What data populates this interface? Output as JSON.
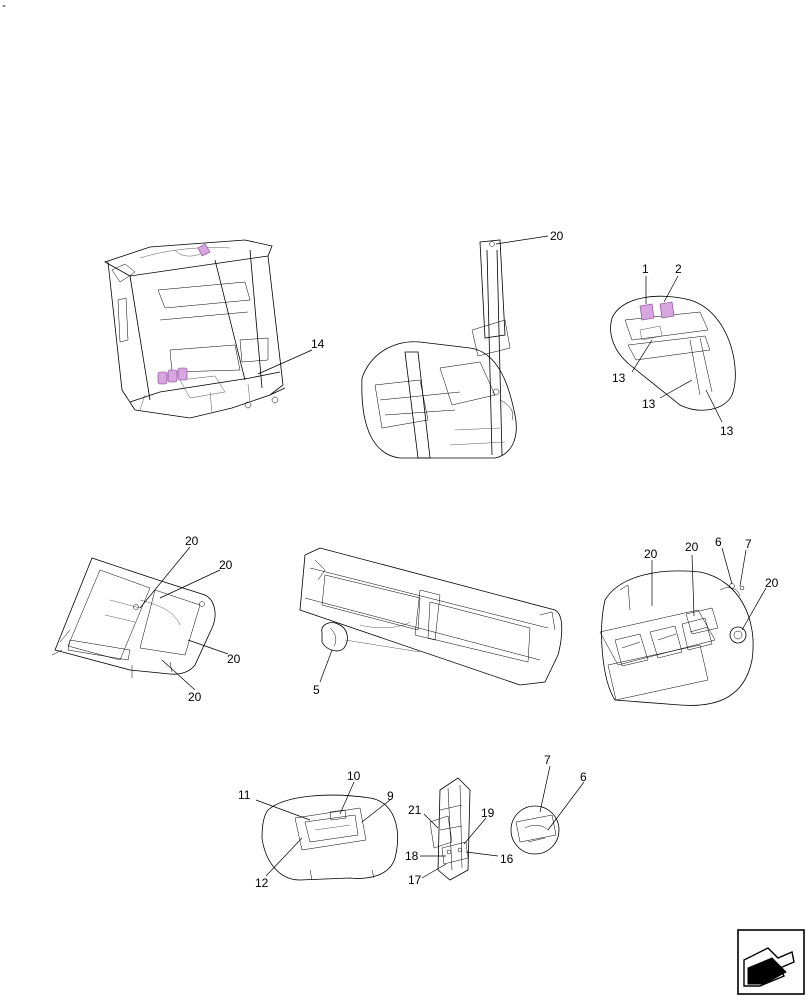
{
  "page": {
    "corner_mark": "-"
  },
  "views": {
    "cab_frame": {
      "callouts": [
        "14"
      ]
    },
    "seat_post": {
      "callouts": [
        "20"
      ]
    },
    "switch_detail": {
      "callouts": [
        "1",
        "2",
        "13",
        "13",
        "13"
      ]
    },
    "floor_frame": {
      "callouts": [
        "20",
        "20",
        "20",
        "20"
      ]
    },
    "base_harness": {
      "callouts": [
        "5"
      ]
    },
    "console_bracket": {
      "callouts": [
        "20",
        "20",
        "6",
        "7",
        "20"
      ]
    },
    "panel_detail": {
      "callouts": [
        "10",
        "9",
        "11",
        "12"
      ]
    },
    "pillar_bracket": {
      "callouts": [
        "21",
        "19",
        "18",
        "16",
        "17"
      ]
    },
    "round_detail": {
      "callouts": [
        "7",
        "6"
      ]
    }
  },
  "nav_icon": "arrow-next-page-icon",
  "colors": {
    "highlight": "#d7a6e0",
    "line": "#000000"
  }
}
